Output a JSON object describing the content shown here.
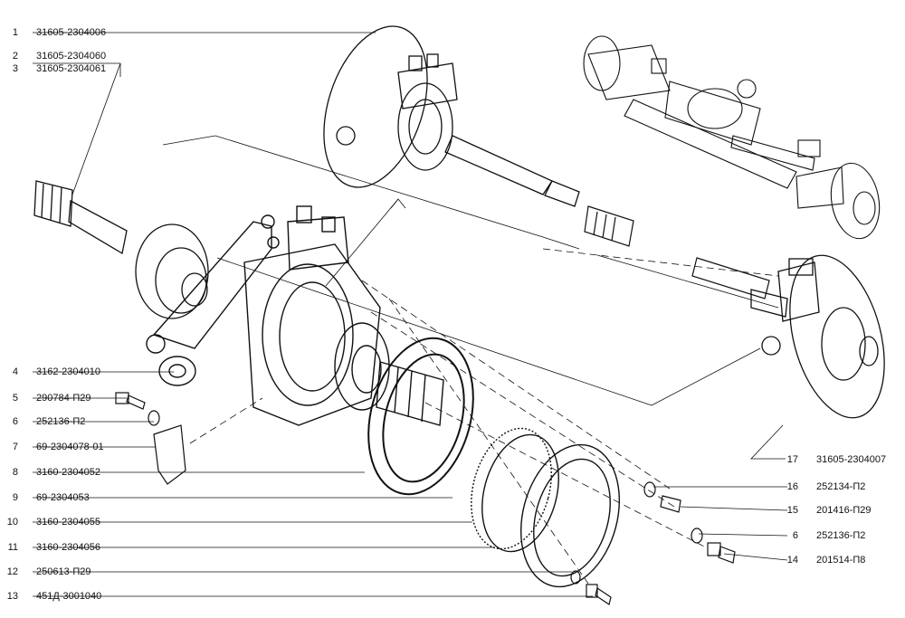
{
  "left_callouts": [
    {
      "num": "1",
      "code": "31605-2304006"
    },
    {
      "num": "2",
      "code": "31605-2304060"
    },
    {
      "num": "3",
      "code": "31605-2304061"
    },
    {
      "num": "4",
      "code": "3162-2304010"
    },
    {
      "num": "5",
      "code": "290784-П29"
    },
    {
      "num": "6",
      "code": "252136-П2"
    },
    {
      "num": "7",
      "code": "69-2304078-01"
    },
    {
      "num": "8",
      "code": "3160-2304052"
    },
    {
      "num": "9",
      "code": "69-2304053"
    },
    {
      "num": "10",
      "code": "3160-2304055"
    },
    {
      "num": "11",
      "code": "3160-2304056"
    },
    {
      "num": "12",
      "code": "250613-П29"
    },
    {
      "num": "13",
      "code": "451Д-3001040"
    }
  ],
  "right_callouts": [
    {
      "num": "17",
      "code": "31605-2304007"
    },
    {
      "num": "16",
      "code": "252134-П2"
    },
    {
      "num": "15",
      "code": "201416-П29"
    },
    {
      "num": "6",
      "code": "252136-П2"
    },
    {
      "num": "14",
      "code": "201514-П8"
    }
  ]
}
